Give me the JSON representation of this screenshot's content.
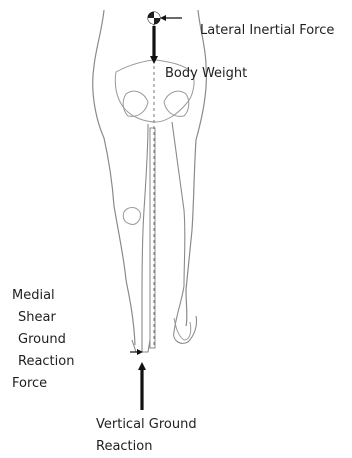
{
  "labels": {
    "lateral_inertial_force": "Lateral Inertial Force",
    "body_weight": "Body Weight",
    "medial_shear": [
      "Medial",
      "Shear",
      "Ground",
      "Reaction",
      "Force"
    ],
    "vertical_ground_reaction": [
      "Vertical Ground",
      "Reaction"
    ]
  },
  "colors": {
    "outline": "#8a8a8a",
    "arrow": "#111111",
    "text": "#1f1f1f"
  }
}
